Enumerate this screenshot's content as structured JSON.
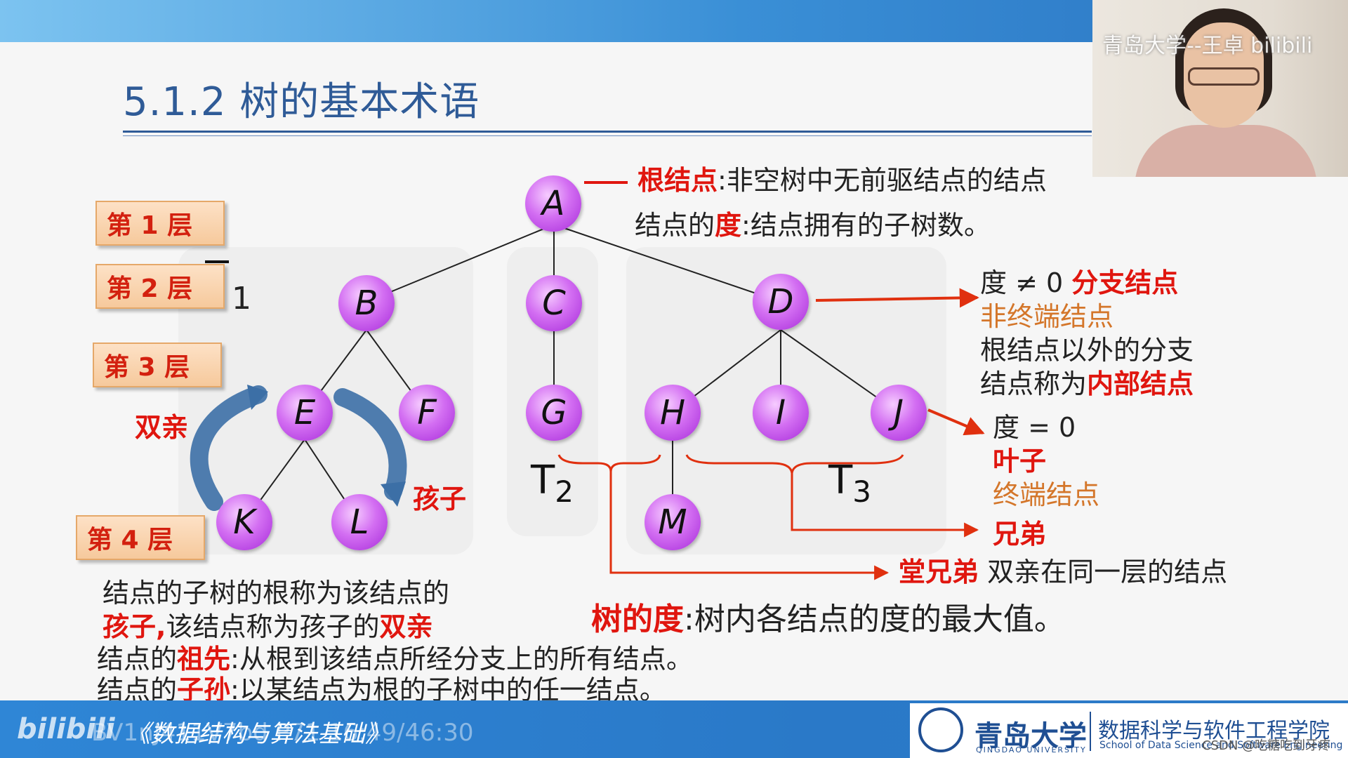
{
  "title": "5.1.2 树的基本术语",
  "webcam": {
    "caption": "青岛大学--王卓 bilibili"
  },
  "layers": [
    "第 1 层",
    "第 2 层",
    "第 3 层",
    "第 4 层"
  ],
  "layer_marker": "1",
  "nodes": {
    "A": "A",
    "B": "B",
    "C": "C",
    "D": "D",
    "E": "E",
    "F": "F",
    "G": "G",
    "H": "H",
    "I": "I",
    "J": "J",
    "K": "K",
    "L": "L",
    "M": "M"
  },
  "subtree_labels": {
    "t2": "T",
    "t2_sub": "2",
    "t3": "T",
    "t3_sub": "3"
  },
  "arrows": {
    "parent": "双亲",
    "child": "孩子"
  },
  "defs": {
    "root_term": "根结点",
    "root_sep": ":",
    "root_def": "非空树中无前驱结点的结点",
    "degree_prefix": "结点的",
    "degree_term": "度",
    "degree_def": ":结点拥有的子树数。",
    "branch_cond": "度 ≠ 0",
    "branch_term": "分支结点",
    "nonterminal": "非终端结点",
    "internal_line1": "根结点以外的分支",
    "internal_line2_prefix": "结点称为",
    "internal_term": "内部结点",
    "leaf_cond": "度 = 0",
    "leaf_term": "叶子",
    "terminal": "终端结点",
    "sibling_term": "兄弟",
    "cousin_term": "堂兄弟",
    "cousin_def": "双亲在同一层的结点",
    "tree_degree_term": "树的度",
    "tree_degree_def": ":树内各结点的度的最大值。",
    "child_line1": "结点的子树的根称为该结点的",
    "child_term": "孩子,",
    "child_line2_mid": "该结点称为孩子的",
    "parent_term": "双亲",
    "ancestor_prefix": "结点的",
    "ancestor_term": "祖先",
    "ancestor_def": ":从根到该结点所经分支上的所有结点。",
    "descendant_prefix": "结点的",
    "descendant_term": "子孙",
    "descendant_def": ":以某结点为根的子树中的任一结点。"
  },
  "footer": {
    "bili": "bilibili",
    "bv": "BV1nJ411V7bd P71 16:49/46:30",
    "book": "《数据结构与算法基础》",
    "university_cn": "青岛大学",
    "university_en": "QINGDAO UNIVERSITY",
    "school_cn": "数据科学与软件工程学院",
    "school_en": "School of Data Science and Software Engineering",
    "watermark": "CSDN @吃糖吃到牙疼"
  },
  "colors": {
    "accent_red": "#e0160f",
    "accent_orange": "#d4762a",
    "title_blue": "#2f5b97",
    "node_purple": "#c24ce6"
  }
}
